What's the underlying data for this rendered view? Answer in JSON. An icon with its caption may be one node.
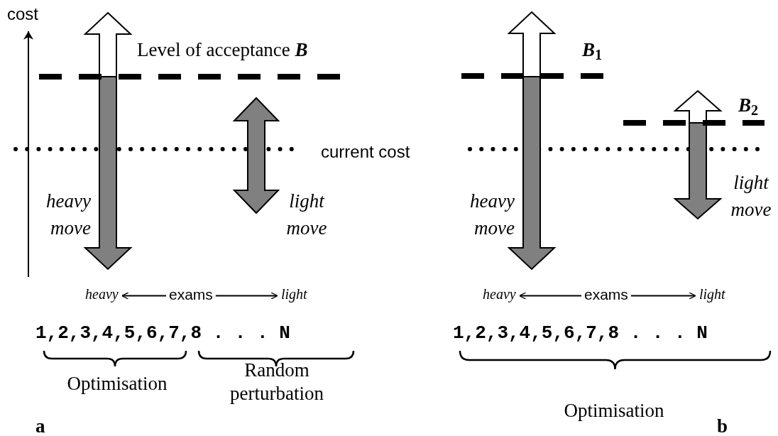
{
  "diagram": {
    "nodes": [
      {
        "text": [
          "heavy"
        ]
      },
      {
        "text": [
          "exams"
        ]
      },
      {
        "text": [
          "light"
        ]
      },
      {
        "text": [
          "heavy"
        ]
      },
      {
        "text": [
          "exams"
        ]
      },
      {
        "text": [
          "light"
        ]
      }
    ],
    "edges": [
      {
        "from": 1,
        "to": 0,
        "arrow": "to"
      },
      {
        "from": 1,
        "to": 2,
        "arrow": "to"
      },
      {
        "from": 4,
        "to": 3,
        "arrow": "to"
      },
      {
        "from": 4,
        "to": 5,
        "arrow": "to"
      }
    ],
    "labels": [
      "cost",
      "Level of acceptance **B**",
      "**B**$_{1}$",
      "**B**$_{2}$",
      "current cost",
      "heavy move",
      "light move",
      "heavy move",
      "light move",
      "1,2,3,4,5,6,7,8 . . . N",
      "1,2,3,4,5,6,7,8 . . . N",
      "Optimisation",
      "Random perturbation",
      "Optimisation",
      "a",
      "b"
    ]
  }
}
